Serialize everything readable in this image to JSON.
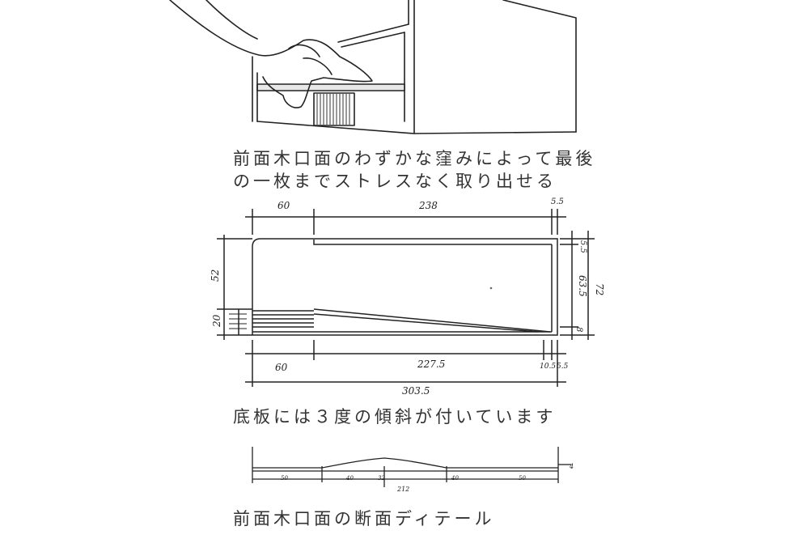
{
  "captions": {
    "line1": "前面木口面のわずかな窪みによって最後",
    "line2": "の一枚までストレスなく取り出せる",
    "slope": "底板には３度の傾斜が付いています",
    "detail": "前面木口面の断面ディテール"
  },
  "side_section": {
    "top_dims": [
      "60",
      "238",
      "5.5"
    ],
    "bottom_dims": [
      "60",
      "227.5",
      "10.5",
      "5.5"
    ],
    "total_length": "303.5",
    "left_dims": [
      "52",
      "20"
    ],
    "right_dims": [
      "5.5",
      "63.5",
      "72",
      "8"
    ]
  },
  "front_detail": {
    "dims": [
      "50",
      "40",
      "32",
      "40",
      "50"
    ],
    "total": "212",
    "side_mark": "4"
  }
}
